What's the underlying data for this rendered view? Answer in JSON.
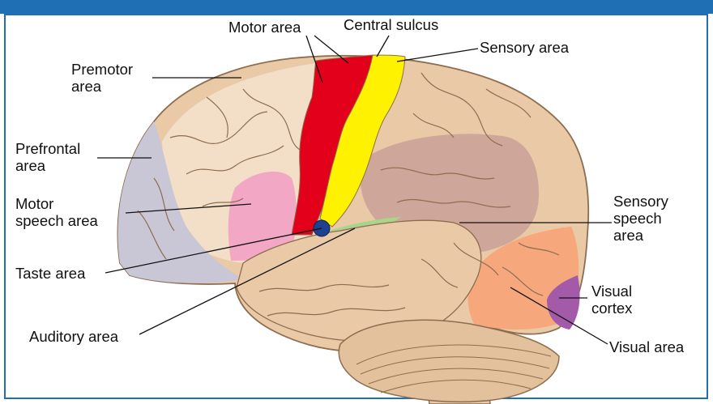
{
  "labels": {
    "motor_area": "Motor area",
    "central_sulcus": "Central sulcus",
    "sensory_area": "Sensory area",
    "premotor_line1": "Premotor",
    "premotor_line2": "area",
    "prefrontal_line1": "Prefrontal",
    "prefrontal_line2": "area",
    "motor_speech_line1": "Motor",
    "motor_speech_line2": "speech area",
    "taste_area": "Taste area",
    "auditory_area": "Auditory area",
    "sensory_speech_line1": "Sensory",
    "sensory_speech_line2": "speech",
    "sensory_speech_line3": "area",
    "visual_cortex_line1": "Visual",
    "visual_cortex_line2": "cortex",
    "visual_area": "Visual area"
  },
  "colors": {
    "frame": "#1f6fb5",
    "brain_base": "#e9c9a6",
    "brain_outline": "#8c6d4f",
    "frontal_light": "#f3dfc8",
    "prefrontal": "#c9c6d6",
    "motor": "#e2001a",
    "sensory": "#fff200",
    "motor_speech": "#f2a8c4",
    "taste": "#1f3f8f",
    "auditory": "#a8d48c",
    "sensory_speech": "#cfa79a",
    "visual_area": "#f6a77c",
    "visual_cortex": "#a35aa8",
    "cerebellum": "#e3c19c"
  }
}
